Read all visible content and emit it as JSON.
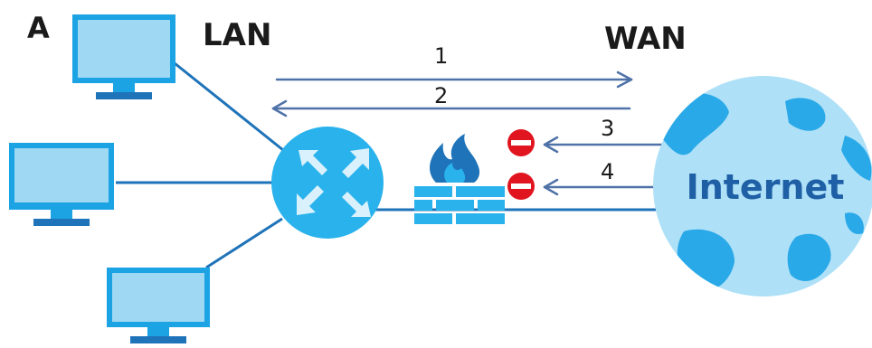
{
  "diagram": {
    "panel_label": "A",
    "zones": {
      "left": "LAN",
      "right": "WAN"
    },
    "arrows": [
      "1",
      "2",
      "3",
      "4"
    ],
    "internet_label": "Internet"
  },
  "colors": {
    "line": "#1e73b9",
    "arrow": "#4f72a8",
    "monitor_screen": "#9fd8f3",
    "monitor_frame": "#1ba3e4",
    "router": "#29b2ec",
    "firewall": "#29b2ec",
    "globe_ocean": "#aee0f7",
    "globe_land": "#29a9e8",
    "block": "#e0151f"
  },
  "icons": [
    "monitor-icon",
    "router-icon",
    "firewall-icon",
    "block-icon",
    "globe-icon"
  ]
}
